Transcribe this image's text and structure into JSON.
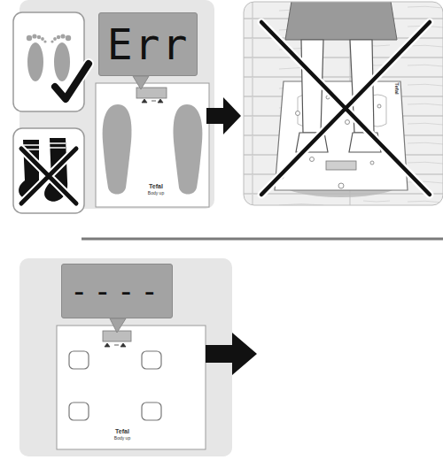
{
  "diagram": {
    "nodes": [
      {
        "text": [
          "Err"
        ]
      },
      {
        "text": [
          "----"
        ]
      }
    ],
    "labels": [
      "Tefal",
      "Body up",
      "Tefal",
      "Tefal",
      "Body up"
    ]
  }
}
